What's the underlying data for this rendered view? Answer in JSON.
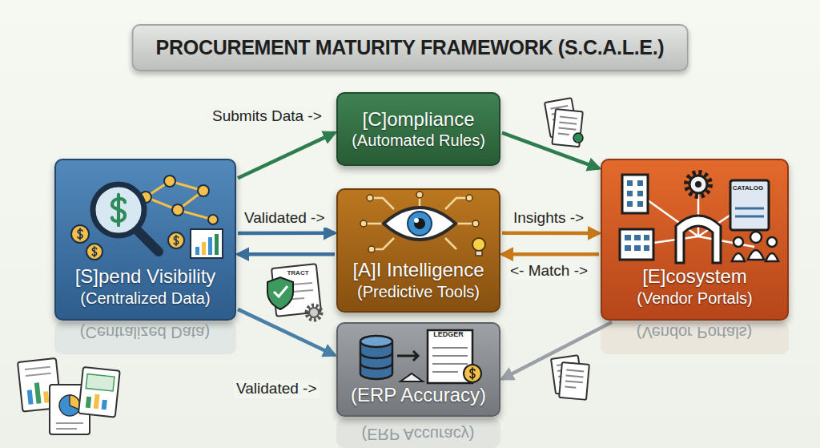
{
  "diagram": {
    "title": "PROCUREMENT MATURITY FRAMEWORK (S.C.A.L.E.)",
    "nodes": [
      {
        "text": [
          "[S]pend Visibility",
          "(Centralized Data)"
        ]
      },
      {
        "text": [
          "[C]ompliance",
          "(Automated Rules)"
        ]
      },
      {
        "text": [
          "[A]I Intelligence",
          "(Predictive Tools)"
        ]
      },
      {
        "text": [
          "[E]cosystem",
          "(Vendor Portals)"
        ]
      },
      {
        "text": [
          "(ERP Accuracy)"
        ]
      }
    ],
    "edges": [
      {
        "from": 0,
        "to": 1,
        "label": "Submits Data ->",
        "arrow": "to"
      },
      {
        "from": 1,
        "to": 3,
        "arrow": "to"
      },
      {
        "from": 0,
        "to": 2,
        "label": "Validated ->",
        "arrow": "to"
      },
      {
        "from": 2,
        "to": 0,
        "arrow": "to"
      },
      {
        "from": 2,
        "to": 3,
        "label": "Insights ->",
        "arrow": "to"
      },
      {
        "from": 3,
        "to": 2,
        "label": "<- Match ->",
        "arrow": "to"
      },
      {
        "from": 0,
        "to": 4,
        "label": "Validated ->",
        "arrow": "to"
      },
      {
        "from": 3,
        "to": 4,
        "arrow": "to"
      }
    ],
    "labels": [
      "CATALOG",
      "TRACT",
      "LEDGER",
      "(Centralized Data)",
      "(Vendor Portals)",
      "(ERP Accuracy)"
    ]
  }
}
